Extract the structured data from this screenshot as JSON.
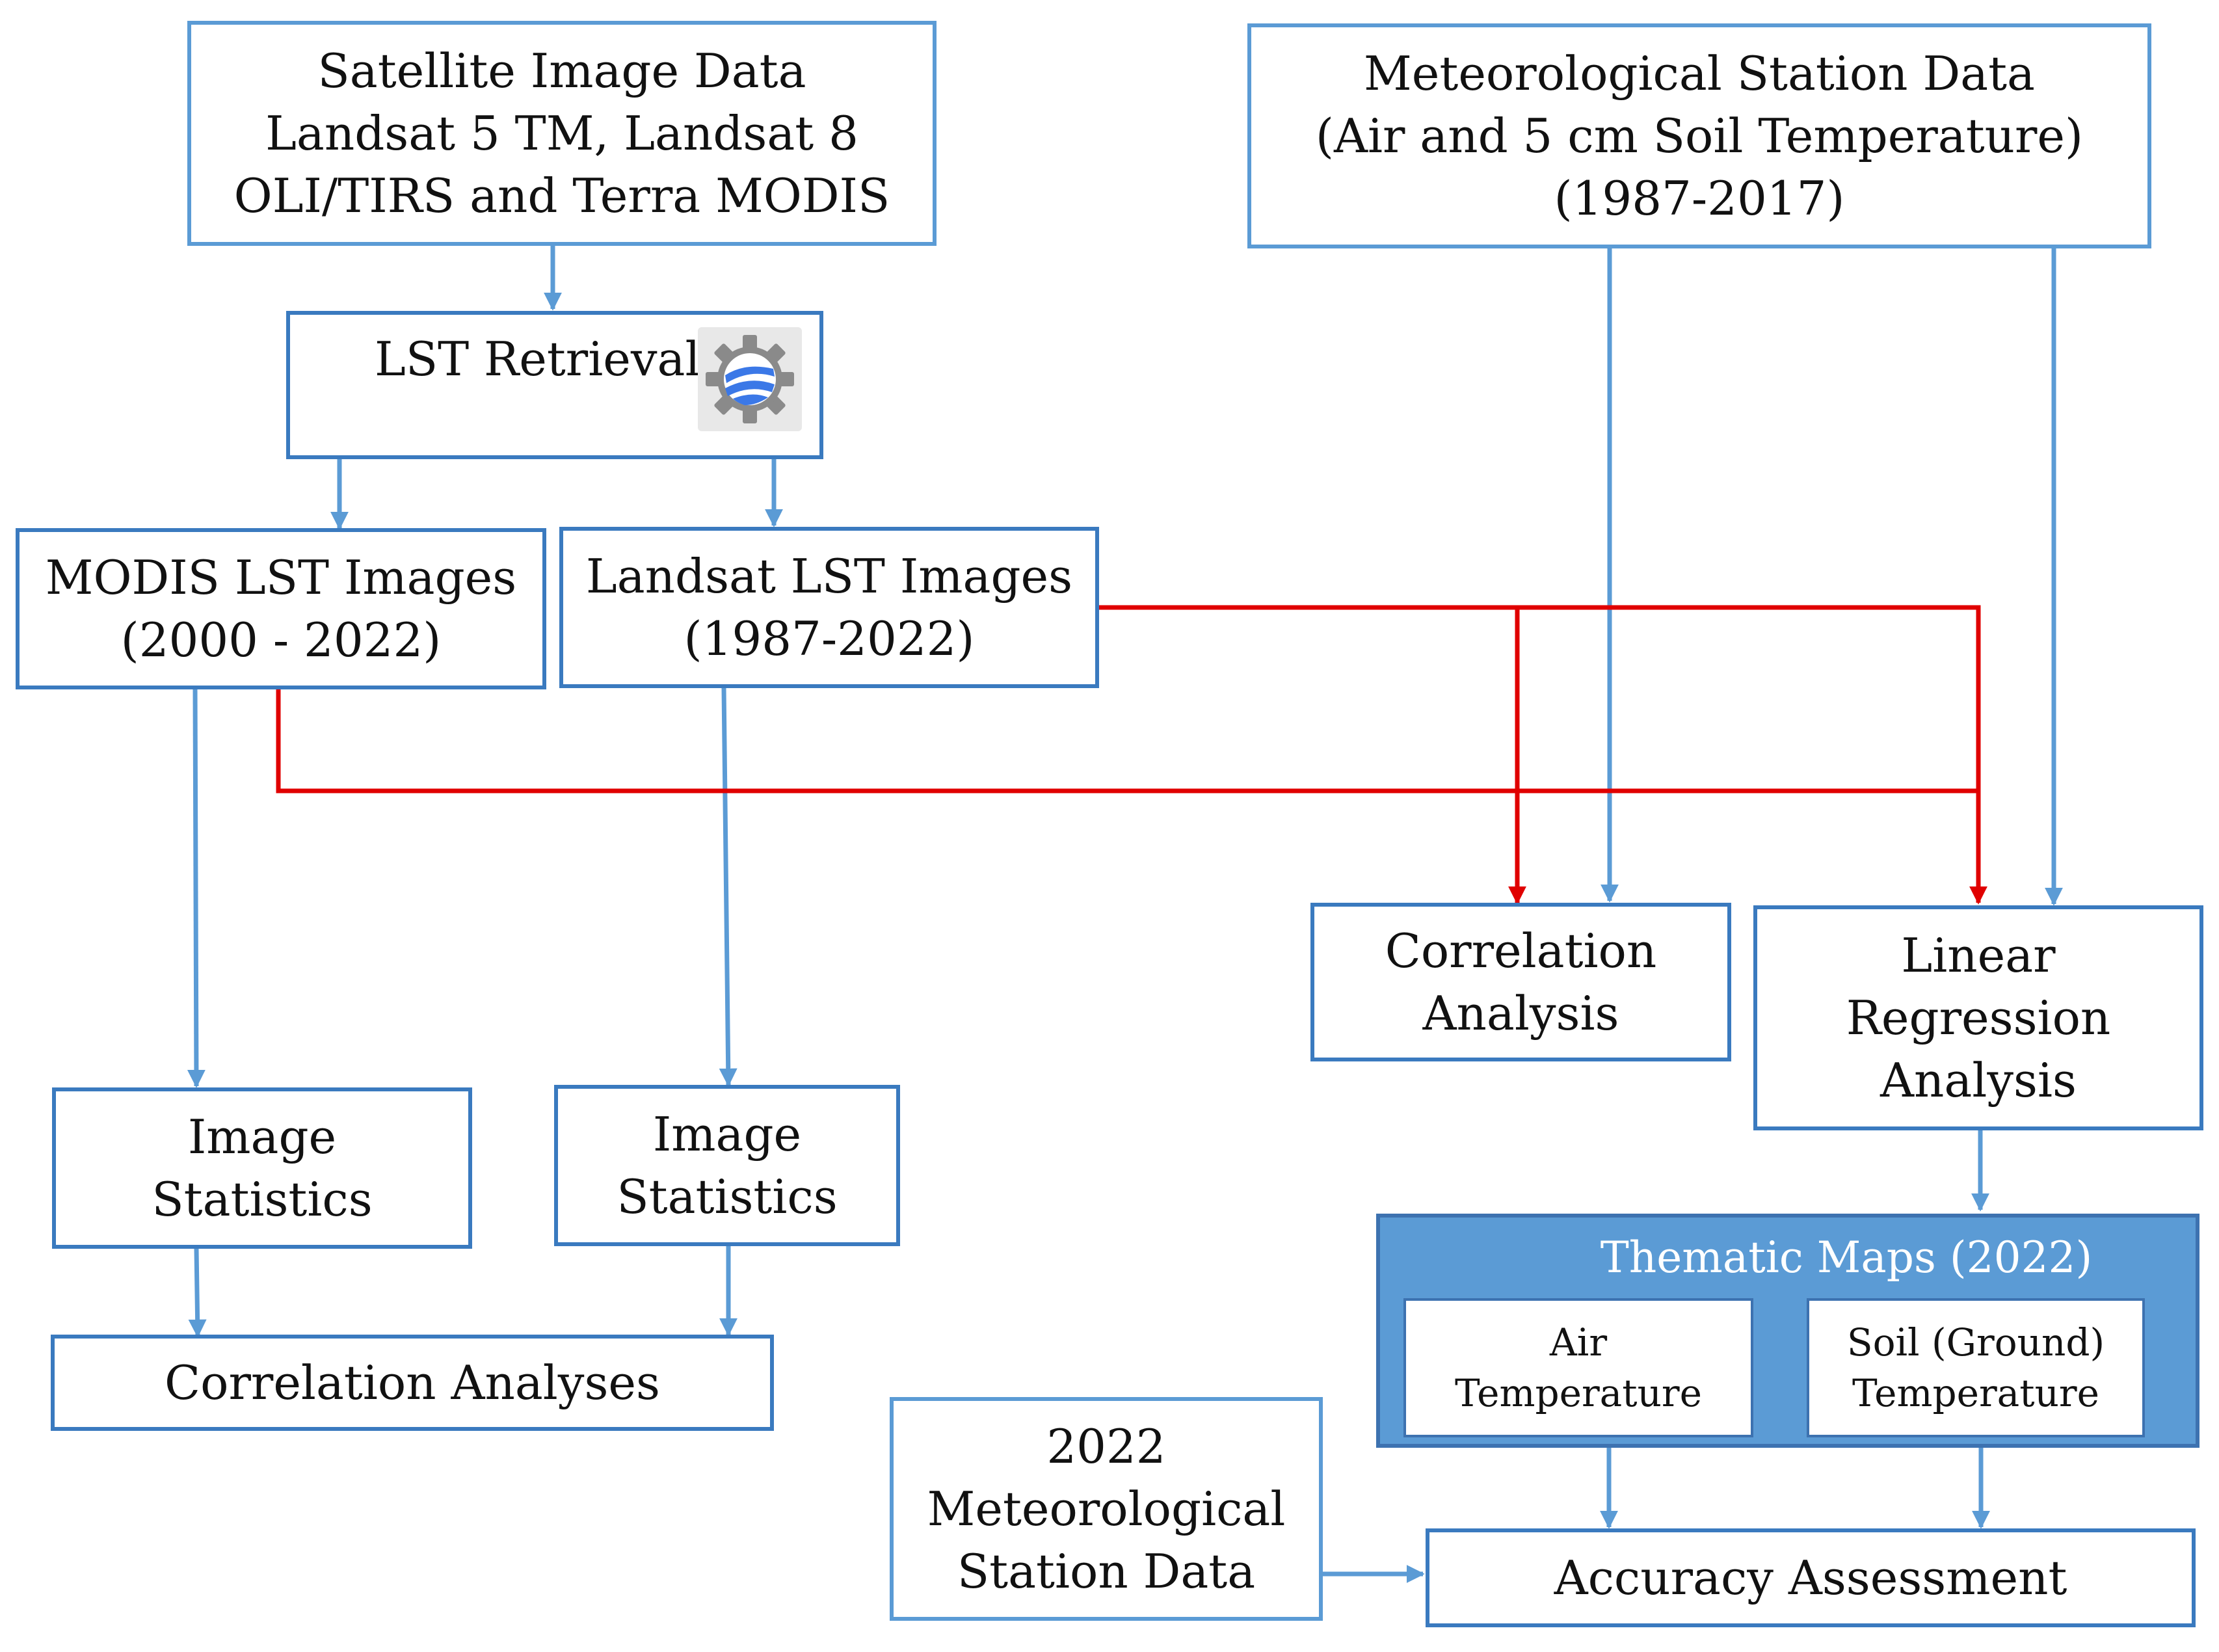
{
  "diagram": {
    "satellite": [
      "Satellite Image Data",
      "Landsat 5 TM, Landsat 8",
      "OLI/TIRS and Terra MODIS"
    ],
    "meteo": [
      "Meteorological Station Data",
      "(Air and 5 cm Soil Temperature)",
      "(1987-2017)"
    ],
    "lst_retrieval": "LST Retrieval",
    "modis_lst": [
      "MODIS LST Images",
      "(2000 - 2022)"
    ],
    "landsat_lst": [
      "Landsat LST Images",
      "(1987-2022)"
    ],
    "correlation": [
      "Correlation",
      "Analysis"
    ],
    "regression": [
      "Linear",
      "Regression",
      "Analysis"
    ],
    "image_stats_left": [
      "Image",
      "Statistics"
    ],
    "image_stats_right": [
      "Image",
      "Statistics"
    ],
    "correlation_analyses": "Correlation Analyses",
    "thematic_title": "Thematic Maps (2022)",
    "air_temp": [
      "Air",
      "Temperature"
    ],
    "soil_temp": [
      "Soil (Ground)",
      "Temperature"
    ],
    "meteo_2022": [
      "2022",
      "Meteorological",
      "Station Data"
    ],
    "accuracy": "Accuracy Assessment"
  },
  "colors": {
    "blue_arrow": "#5b9bd5",
    "red_arrow": "#e00000",
    "thematic_fill": "#5b9bd5",
    "box_border": "#3a7abf"
  },
  "icons": [
    "earth-engine-gear-icon"
  ]
}
